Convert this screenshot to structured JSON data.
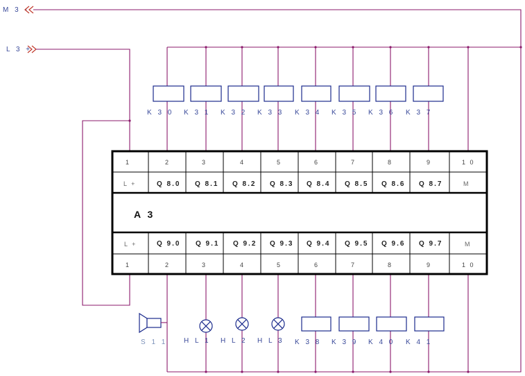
{
  "rails": {
    "m3": "M 3 -",
    "l3": "L 3 +"
  },
  "module_name": "A 3",
  "top_coils": [
    "K 3 0",
    "K 3 1",
    "K 3 2",
    "K 3 3",
    "K 3 4",
    "K 3 5",
    "K 3 6",
    "K 3 7"
  ],
  "bottom_loads": [
    "S 1 1",
    "H L 1",
    "H L 2",
    "H L 3",
    "K 3 8",
    "K 3 9",
    "K 4 0",
    "K 4 1"
  ],
  "top_terminals": [
    "1",
    "2",
    "3",
    "4",
    "5",
    "6",
    "7",
    "8",
    "9",
    "1 0"
  ],
  "top_signals": [
    "L +",
    "Q 8.0",
    "Q 8.1",
    "Q 8.2",
    "Q 8.3",
    "Q 8.4",
    "Q 8.5",
    "Q 8.6",
    "Q 8.7",
    "M"
  ],
  "bottom_signals": [
    "L +",
    "Q 9.0",
    "Q 9.1",
    "Q 9.2",
    "Q 9.3",
    "Q 9.4",
    "Q 9.5",
    "Q 9.6",
    "Q 9.7",
    "M"
  ],
  "bottom_terminals": [
    "1",
    "2",
    "3",
    "4",
    "5",
    "6",
    "7",
    "8",
    "9",
    "1 0"
  ]
}
